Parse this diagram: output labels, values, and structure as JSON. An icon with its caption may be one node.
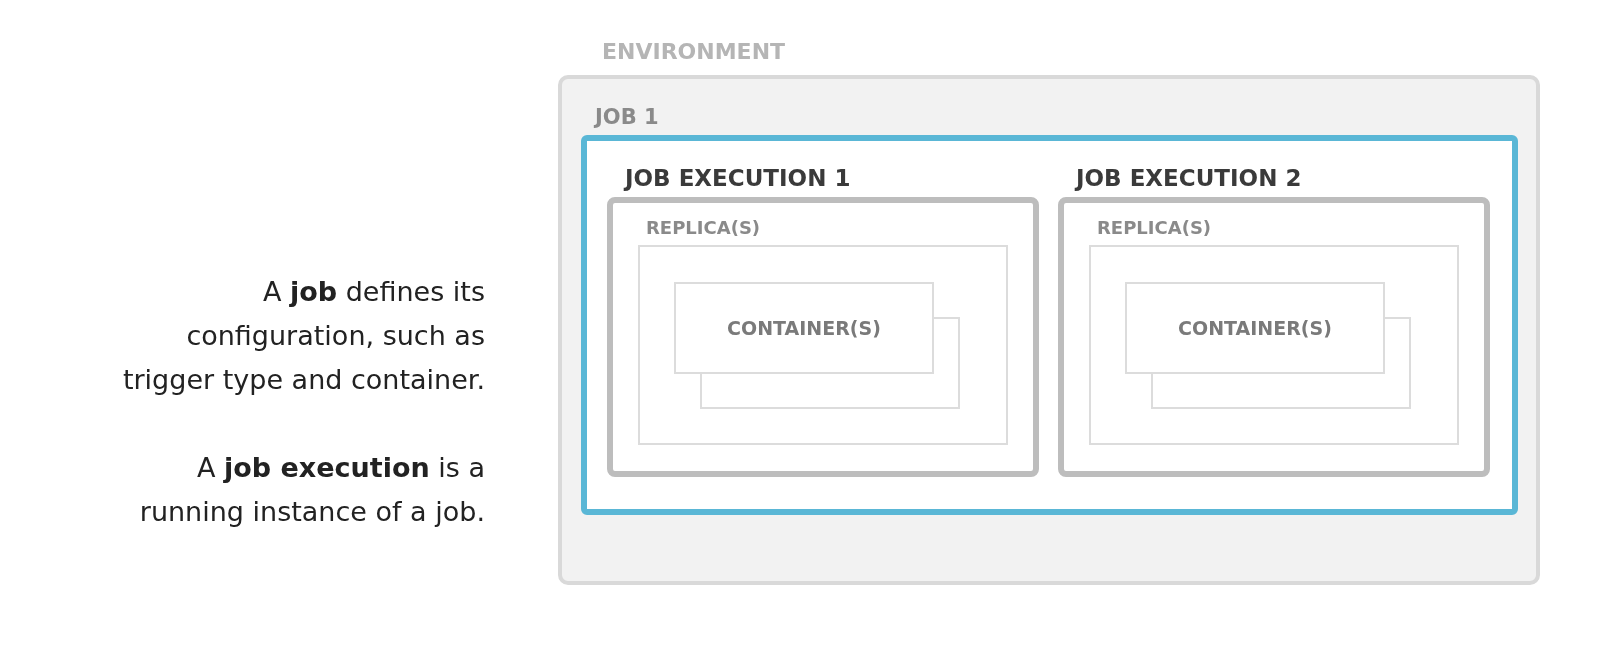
{
  "diagram": {
    "nodes": [
      {
        "text": [
          "ENVIRONMENT"
        ]
      },
      {
        "text": [
          "JOB 1"
        ],
        "in": 0
      },
      {
        "text": [
          "JOB EXECUTION 1"
        ],
        "in": 1
      },
      {
        "text": [
          "REPLICA(S)"
        ],
        "in": 2
      },
      {
        "text": [
          "CONTAINER(S)"
        ],
        "in": 3
      },
      {
        "text": [
          "JOB EXECUTION 2"
        ],
        "in": 1
      },
      {
        "text": [
          "REPLICA(S)"
        ],
        "in": 5
      },
      {
        "text": [
          "CONTAINER(S)"
        ],
        "in": 6
      }
    ],
    "edges": [],
    "labels": [
      "A **job** defines its configuration, such as trigger type and container.",
      "A **job execution** is a running instance of a job."
    ]
  }
}
